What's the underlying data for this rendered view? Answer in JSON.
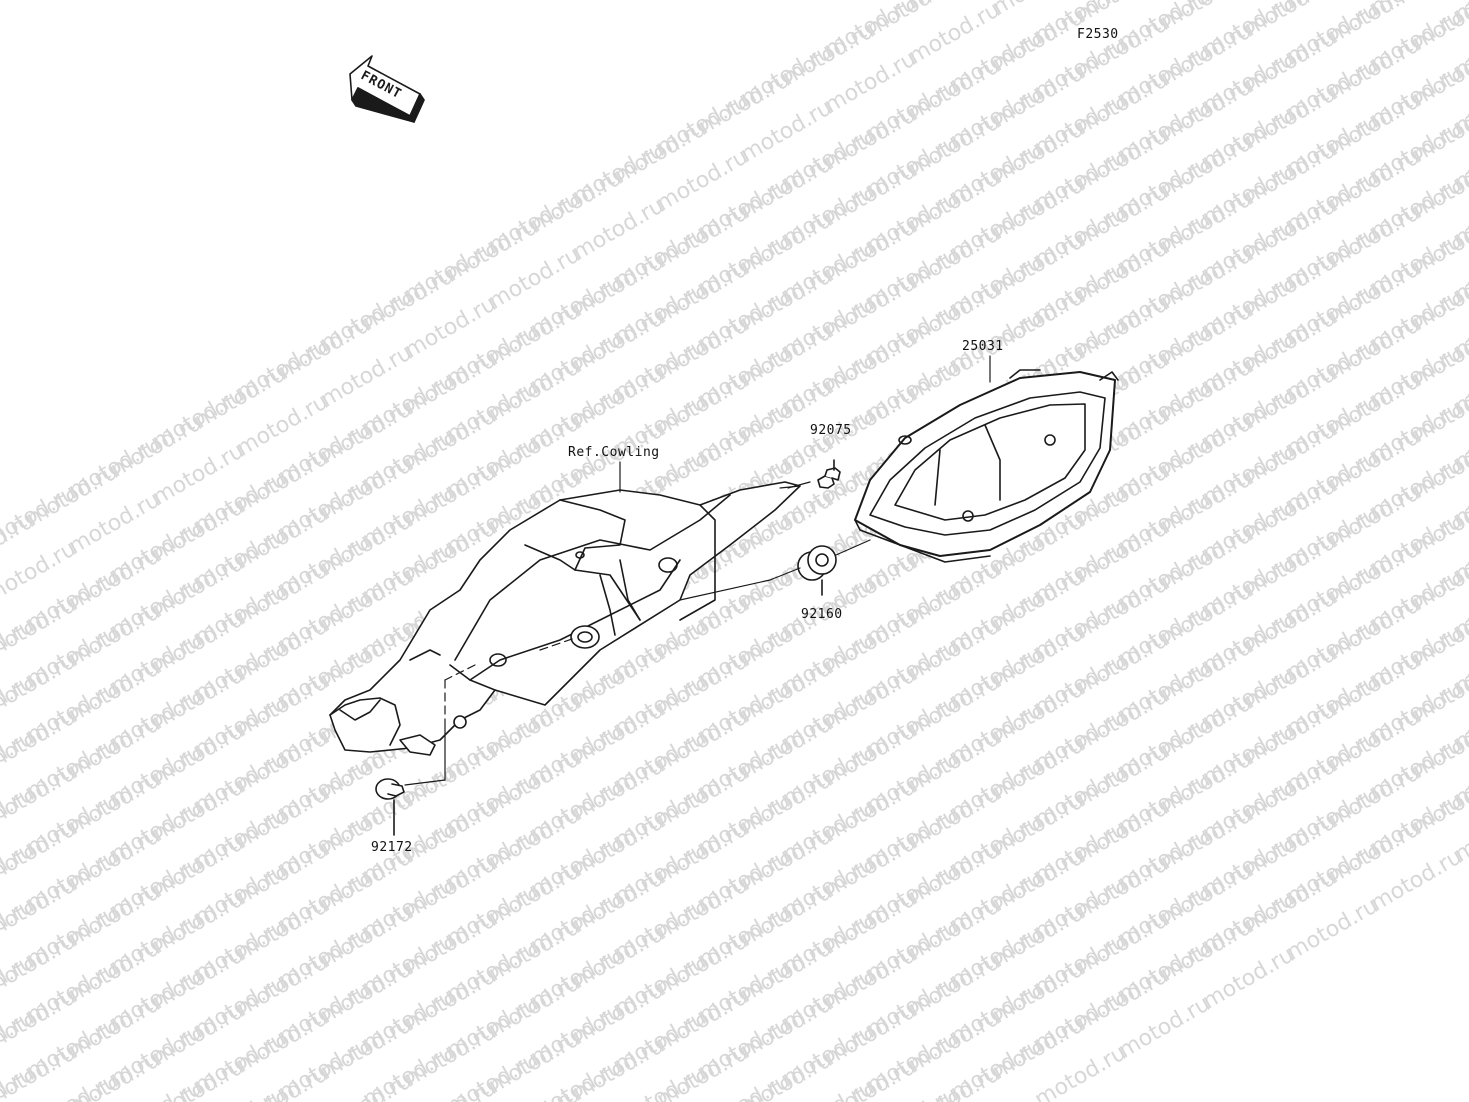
{
  "watermark": "motod.ru",
  "diagram_code": "F2530",
  "front_arrow_label": "FRONT",
  "parts": {
    "meter": "25031",
    "screw": "92075",
    "grommet": "92160",
    "bolt": "92172"
  },
  "reference_note": "Ref.Cowling",
  "colors": {
    "line": "#1a1a1a",
    "watermark": "#d7d7d7",
    "background": "#ffffff"
  }
}
